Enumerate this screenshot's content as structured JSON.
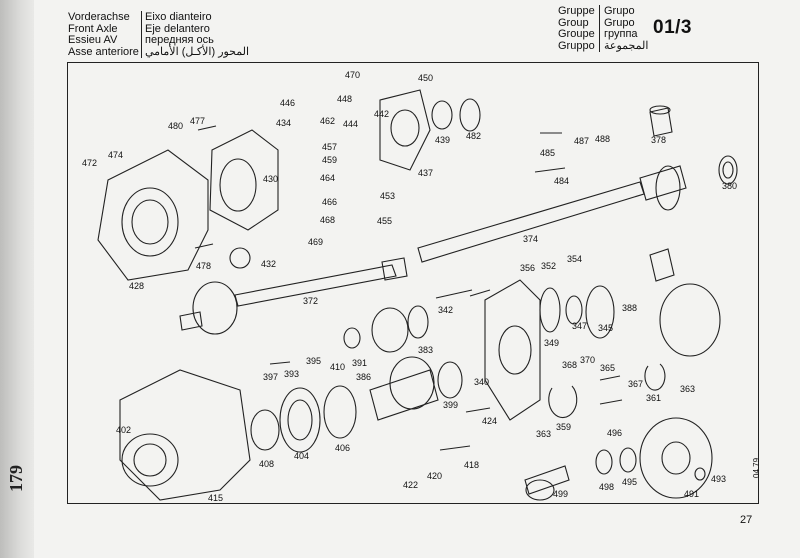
{
  "header": {
    "left_col1": [
      "Vorderachse",
      "Front Axle",
      "Essieu AV",
      "Asse anteriore"
    ],
    "left_col2": [
      "Eixo dianteiro",
      "Eje delantero",
      "передняя ось",
      "المحور (الأكـل) الأمامي"
    ],
    "right_col1": [
      "Gruppe",
      "Group",
      "Groupe",
      "Gruppo"
    ],
    "right_col2": [
      "Grupo",
      "Grupo",
      "группа",
      "المجموعة"
    ],
    "group_code": "01/3"
  },
  "side_number": "179",
  "page_number": "27",
  "date_code": "04.79",
  "parts": [
    {
      "n": "470"
    },
    {
      "n": "450"
    },
    {
      "n": "446"
    },
    {
      "n": "448"
    },
    {
      "n": "442"
    },
    {
      "n": "434"
    },
    {
      "n": "462"
    },
    {
      "n": "444"
    },
    {
      "n": "439"
    },
    {
      "n": "482"
    },
    {
      "n": "480"
    },
    {
      "n": "477"
    },
    {
      "n": "457"
    },
    {
      "n": "459"
    },
    {
      "n": "464"
    },
    {
      "n": "437"
    },
    {
      "n": "485"
    },
    {
      "n": "487"
    },
    {
      "n": "488"
    },
    {
      "n": "378"
    },
    {
      "n": "472"
    },
    {
      "n": "474"
    },
    {
      "n": "430"
    },
    {
      "n": "484"
    },
    {
      "n": "380"
    },
    {
      "n": "466"
    },
    {
      "n": "453"
    },
    {
      "n": "468"
    },
    {
      "n": "455"
    },
    {
      "n": "469"
    },
    {
      "n": "374"
    },
    {
      "n": "478"
    },
    {
      "n": "432"
    },
    {
      "n": "428"
    },
    {
      "n": "356"
    },
    {
      "n": "352"
    },
    {
      "n": "354"
    },
    {
      "n": "372"
    },
    {
      "n": "342"
    },
    {
      "n": "388"
    },
    {
      "n": "347"
    },
    {
      "n": "345"
    },
    {
      "n": "349"
    },
    {
      "n": "410"
    },
    {
      "n": "391"
    },
    {
      "n": "383"
    },
    {
      "n": "368"
    },
    {
      "n": "370"
    },
    {
      "n": "397"
    },
    {
      "n": "393"
    },
    {
      "n": "395"
    },
    {
      "n": "386"
    },
    {
      "n": "340"
    },
    {
      "n": "365"
    },
    {
      "n": "367"
    },
    {
      "n": "361"
    },
    {
      "n": "363"
    },
    {
      "n": "399"
    },
    {
      "n": "424"
    },
    {
      "n": "402"
    },
    {
      "n": "359"
    },
    {
      "n": "496"
    },
    {
      "n": "408"
    },
    {
      "n": "404"
    },
    {
      "n": "406"
    },
    {
      "n": "418"
    },
    {
      "n": "422"
    },
    {
      "n": "420"
    },
    {
      "n": "415"
    },
    {
      "n": "499"
    },
    {
      "n": "498"
    },
    {
      "n": "495"
    },
    {
      "n": "491"
    },
    {
      "n": "493"
    }
  ]
}
